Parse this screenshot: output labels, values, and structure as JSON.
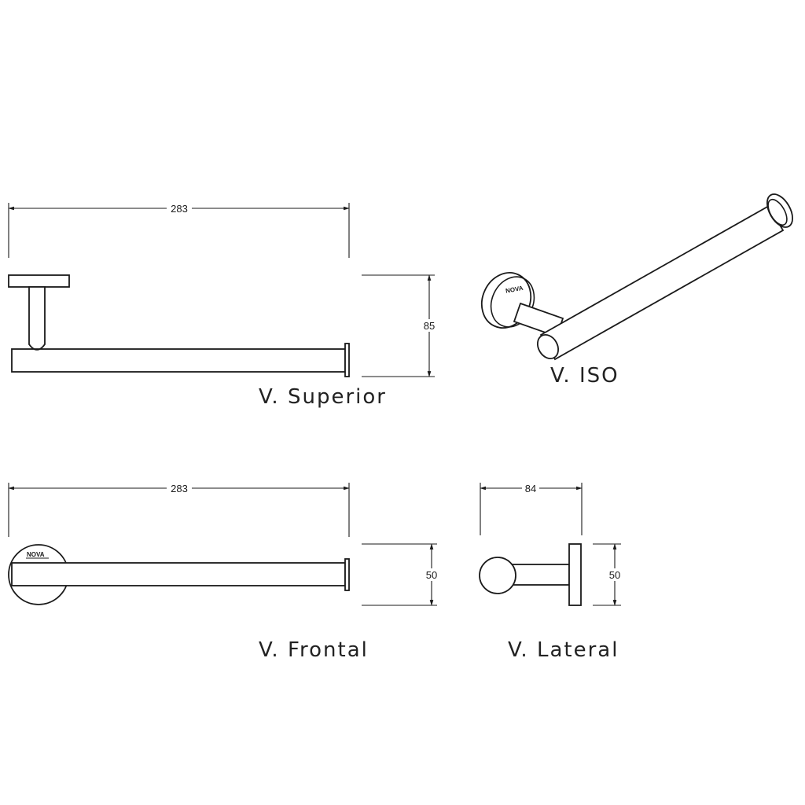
{
  "views": {
    "superior": {
      "title": "V. Superior",
      "length": "283",
      "depth": "85"
    },
    "iso": {
      "title": "V. ISO",
      "brand": "NOVA"
    },
    "frontal": {
      "title": "V. Frontal",
      "length": "283",
      "height": "50",
      "brand": "NOVA"
    },
    "lateral": {
      "title": "V. Lateral",
      "depth": "84",
      "height": "50"
    }
  }
}
